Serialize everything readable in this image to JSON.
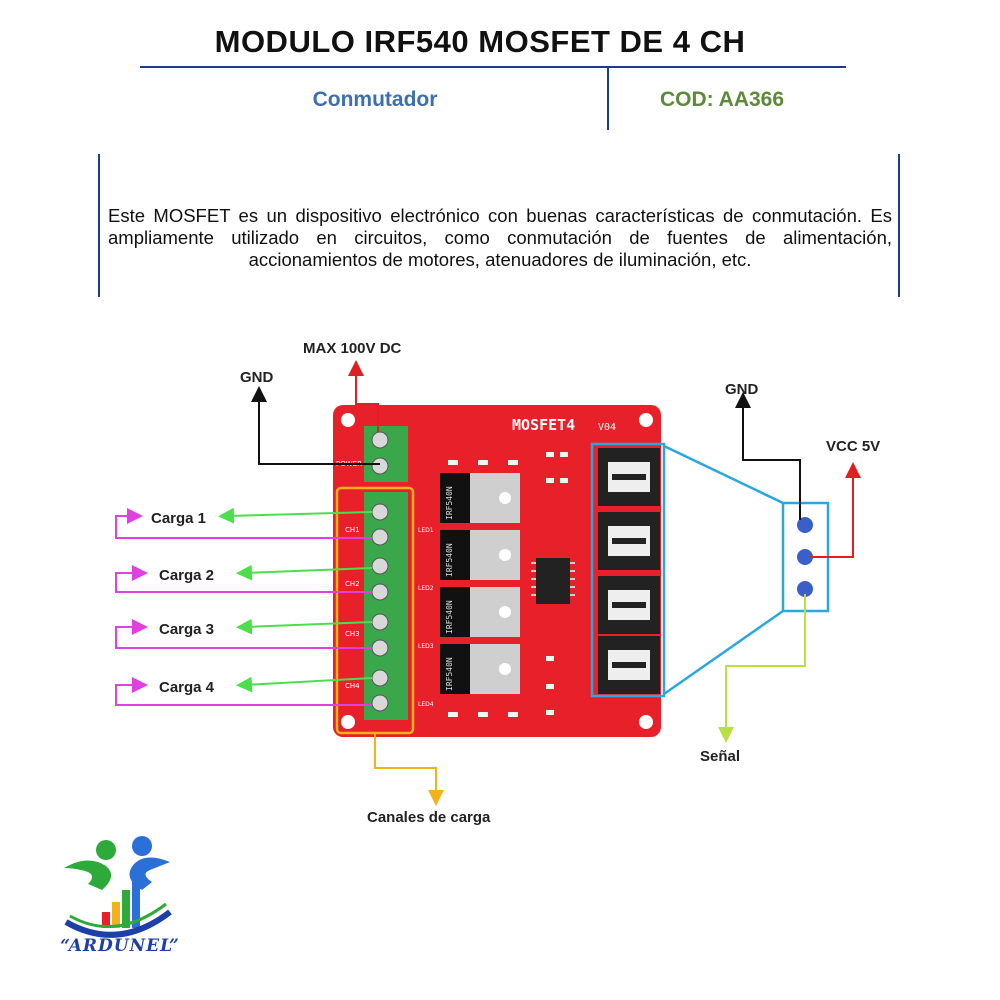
{
  "header": {
    "title": "MODULO IRF540 MOSFET DE 4 CH",
    "category": "Conmutador",
    "code": "COD: AA366"
  },
  "description": "Este MOSFET es un dispositivo electrónico con buenas características de conmutación. Es ampliamente utilizado en circuitos, como conmutación de fuentes de alimentación, accionamientos de motores, atenuadores de iluminación, etc.",
  "board": {
    "name": "MOSFET4",
    "version": "V04",
    "power_label": "POWER",
    "channel_labels": [
      "CH1",
      "CH2",
      "CH3",
      "CH4"
    ],
    "led_labels": [
      "LED1",
      "LED2",
      "LED3",
      "LED4"
    ],
    "chip_marking": "IRF540N"
  },
  "callouts": {
    "max_voltage": "MAX 100V DC",
    "gnd_left": "GND",
    "gnd_right": "GND",
    "vcc": "VCC 5V",
    "signal": "Señal",
    "load_channels": "Canales de carga",
    "loads": [
      "Carga 1",
      "Carga 2",
      "Carga 3",
      "Carga 4"
    ]
  },
  "colors": {
    "title_rule": "#1b3d8c",
    "category": "#3b6fb0",
    "code": "#5c8a3a",
    "board": "#e8202a",
    "terminal": "#3aa84a",
    "load_arrow_in": "#4be04b",
    "load_arrow_out": "#e040e0",
    "max_voltage_arrow": "#e02020",
    "gnd_arrow": "#111111",
    "vcc_arrow": "#e02020",
    "signal_arrow": "#b8e040",
    "channel_box": "#f2b21c",
    "connector_box": "#29a8e0",
    "pin_dot": "#3a5fc8"
  },
  "logo": {
    "icon": "ardunel-logo-icon",
    "text": "“ARDUNEL”"
  }
}
